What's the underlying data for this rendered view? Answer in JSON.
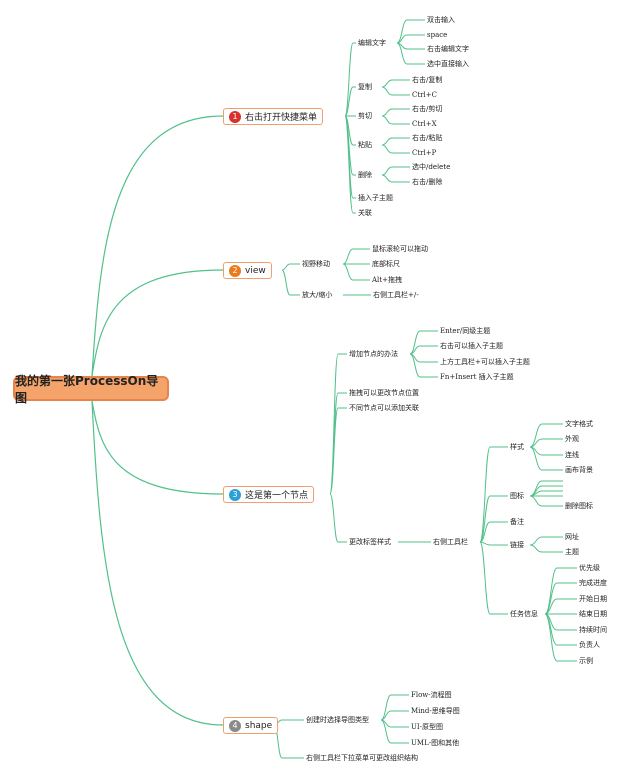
{
  "root": {
    "label": "我的第一张ProcessOn导图"
  },
  "topics": [
    {
      "num": "1",
      "color": "#d9312b",
      "label": "右击打开快捷菜单"
    },
    {
      "num": "2",
      "color": "#ec7a1c",
      "label": "view"
    },
    {
      "num": "3",
      "color": "#2a9fd8",
      "label": "这是第一个节点"
    },
    {
      "num": "4",
      "color": "#8a8a8a",
      "label": "shape"
    }
  ],
  "branch1": {
    "edit": "编辑文字",
    "edit_items": [
      "双击输入",
      "space",
      "右击编辑文字",
      "选中直接输入"
    ],
    "copy": "复制",
    "copy_items": [
      "右击/复制",
      "Ctrl+C"
    ],
    "cut": "剪切",
    "cut_items": [
      "右击/剪切",
      "Ctrl+X"
    ],
    "paste": "粘贴",
    "paste_items": [
      "右击/粘贴",
      "Ctrl+P"
    ],
    "delete": "删除",
    "delete_items": [
      "选中/delete",
      "右击/删除"
    ],
    "insert": "插入子主题",
    "relate": "关联"
  },
  "branch2": {
    "move": "视野移动",
    "move_items": [
      "鼠标滚轮可以拖动",
      "底部标尺",
      "Alt+拖拽"
    ],
    "zoom": "放大/缩小",
    "zoom_item": "右侧工具栏+/-"
  },
  "branch3": {
    "add": "增加节点的办法",
    "add_items": [
      "Enter/同级主题",
      "右击可以插入子主题",
      "上方工具栏+可以插入子主题",
      "Fn+Insert 插入子主题"
    ],
    "drag": "拖拽可以更改节点位置",
    "relation": "不同节点可以添加关联",
    "style": "更改标签样式",
    "toolbar": "右侧工具栏",
    "styles": "样式",
    "style_items": [
      "文字格式",
      "外观",
      "连线",
      "画布背景"
    ],
    "icon": "图标",
    "icon_item": "删除图标",
    "note": "备注",
    "link": "链接",
    "link_items": [
      "网址",
      "主题"
    ],
    "task": "任务信息",
    "task_items": [
      "优先级",
      "完成进度",
      "开始日期",
      "结束日期",
      "持续时间",
      "负责人",
      "示例"
    ]
  },
  "branch4": {
    "create": "创建时选择导图类型",
    "create_items": [
      "Flow-流程图",
      "Mind-思维导图",
      "UI-原型图",
      "UML-图和其他"
    ],
    "right": "右侧工具栏下拉菜单可更改组织结构"
  },
  "colors": {
    "line": "#52c08a",
    "root_fill": "#f4a46a",
    "topic_border": "#f0a070"
  }
}
